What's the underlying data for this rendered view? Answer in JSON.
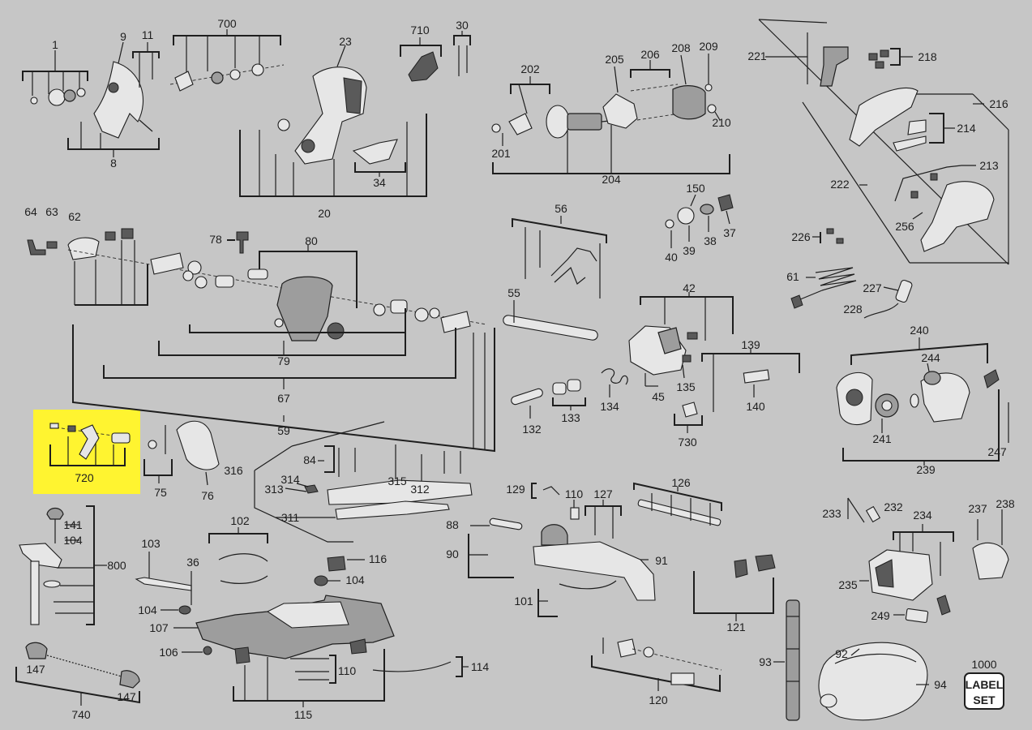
{
  "highlight_label": "720",
  "label_set_text": [
    "LABEL",
    "SET"
  ],
  "callouts": {
    "c1": "1",
    "c9": "9",
    "c11": "11",
    "c8": "8",
    "c700": "700",
    "c23": "23",
    "c20": "20",
    "c710": "710",
    "c30": "30",
    "c34": "34",
    "c202": "202",
    "c201": "201",
    "c205": "205",
    "c206": "206",
    "c208": "208",
    "c209": "209",
    "c210": "210",
    "c204": "204",
    "c221": "221",
    "c218": "218",
    "c216": "216",
    "c214": "214",
    "c222": "222",
    "c213": "213",
    "c256": "256",
    "c226": "226",
    "c61": "61",
    "c227": "227",
    "c228": "228",
    "c64": "64",
    "c63": "63",
    "c62": "62",
    "c78": "78",
    "c80": "80",
    "c79": "79",
    "c67": "67",
    "c59": "59",
    "c56": "56",
    "c55": "55",
    "c150": "150",
    "c40": "40",
    "c39": "39",
    "c38": "38",
    "c37": "37",
    "c42": "42",
    "c139": "139",
    "c135": "135",
    "c45": "45",
    "c140": "140",
    "c134": "134",
    "c132": "132",
    "c133": "133",
    "c730": "730",
    "c240": "240",
    "c244": "244",
    "c241": "241",
    "c239": "239",
    "c247": "247",
    "c75": "75",
    "c76": "76",
    "c316": "316",
    "c84": "84",
    "c314": "314",
    "c313": "313",
    "c315": "315",
    "c312": "312",
    "c311": "311",
    "c129": "129",
    "c110a": "110",
    "c127": "127",
    "c126": "126",
    "c88": "88",
    "c90": "90",
    "c91": "91",
    "c101": "101",
    "c121": "121",
    "c141": "141",
    "c104a": "104",
    "c800": "800",
    "c102": "102",
    "c103": "103",
    "c36": "36",
    "c116": "116",
    "c104b": "104",
    "c104c": "104",
    "c107": "107",
    "c106": "106",
    "c110b": "110",
    "c114": "114",
    "c115": "115",
    "c147a": "147",
    "c147b": "147",
    "c740": "740",
    "c233": "233",
    "c232": "232",
    "c234": "234",
    "c237": "237",
    "c238": "238",
    "c235": "235",
    "c249": "249",
    "c93": "93",
    "c120": "120",
    "c92": "92",
    "c94": "94",
    "c1000": "1000"
  }
}
